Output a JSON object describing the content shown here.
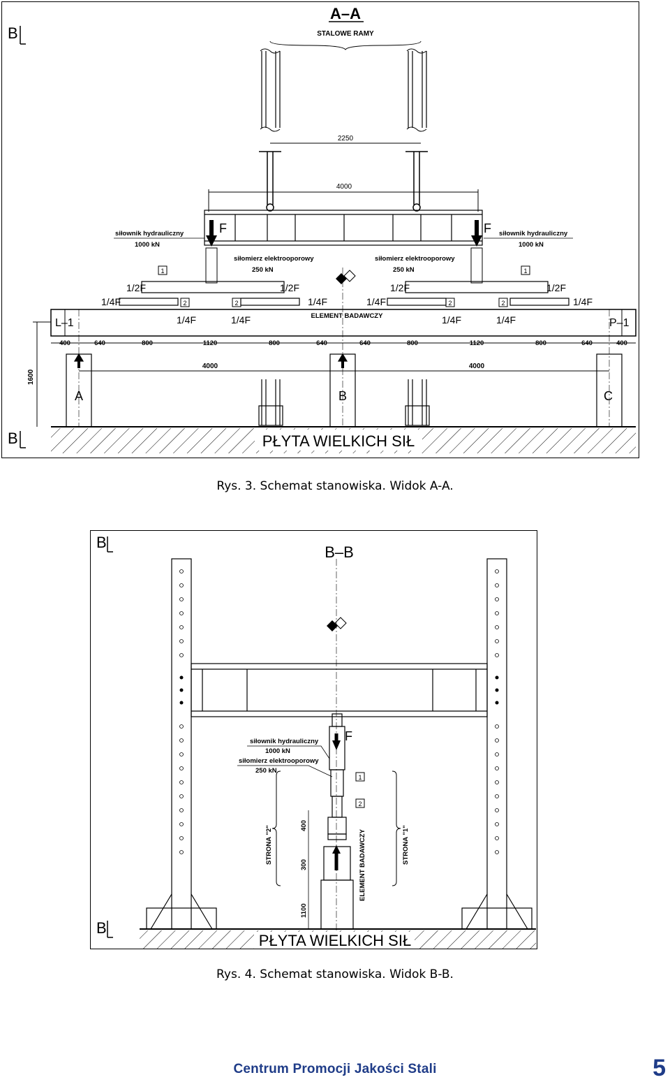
{
  "figure3": {
    "section_title": "A–A",
    "section_marker": "B",
    "frames_label": "STALOWE RAMY",
    "dim_frames": "2250",
    "dim_beam": "4000",
    "actuator_label": "siłownik hydrauliczny",
    "actuator_capacity": "1000 kN",
    "dynamometer_label": "siłomierz elektrooporowy",
    "dynamometer_capacity": "250 kN",
    "force_F": "F",
    "force_half": "1/2F",
    "force_quarter": "1/4F",
    "tag_1": "1",
    "tag_2": "2",
    "specimen_label": "ELEMENT BADAWCZY",
    "left_end": "L–1",
    "right_end": "P–1",
    "span_dims": [
      "400",
      "640",
      "800",
      "1120",
      "800",
      "640",
      "640",
      "800",
      "1120",
      "800",
      "640",
      "400"
    ],
    "dim_span_left": "4000",
    "dim_span_right": "4000",
    "dim_height": "1600",
    "support_A": "A",
    "support_B": "B",
    "support_C": "C",
    "floor_label": "PŁYTA WIELKICH SIŁ"
  },
  "figure4": {
    "section_title": "B–B",
    "section_marker": "B",
    "actuator_label": "siłownik hydrauliczny",
    "actuator_capacity": "1000 kN",
    "dynamometer_label": "siłomierz elektrooporowy",
    "dynamometer_capacity": "250 kN",
    "force_F": "F",
    "tag_1": "1",
    "tag_2": "2",
    "side_2": "STRONA \"2\"",
    "side_1": "STRONA \"1\"",
    "specimen_label": "ELEMENT BADAWCZY",
    "dim_400": "400",
    "dim_300": "300",
    "dim_1100": "1100",
    "floor_label": "PŁYTA WIELKICH SIŁ"
  },
  "captions": {
    "fig3": "Rys. 3. Schemat stanowiska. Widok A-A.",
    "fig4": "Rys. 4. Schemat stanowiska. Widok B-B."
  },
  "footer": {
    "brand": "Centrum Promocji Jakości Stali",
    "page_number": "5",
    "brand_color": "#1f3c88"
  }
}
